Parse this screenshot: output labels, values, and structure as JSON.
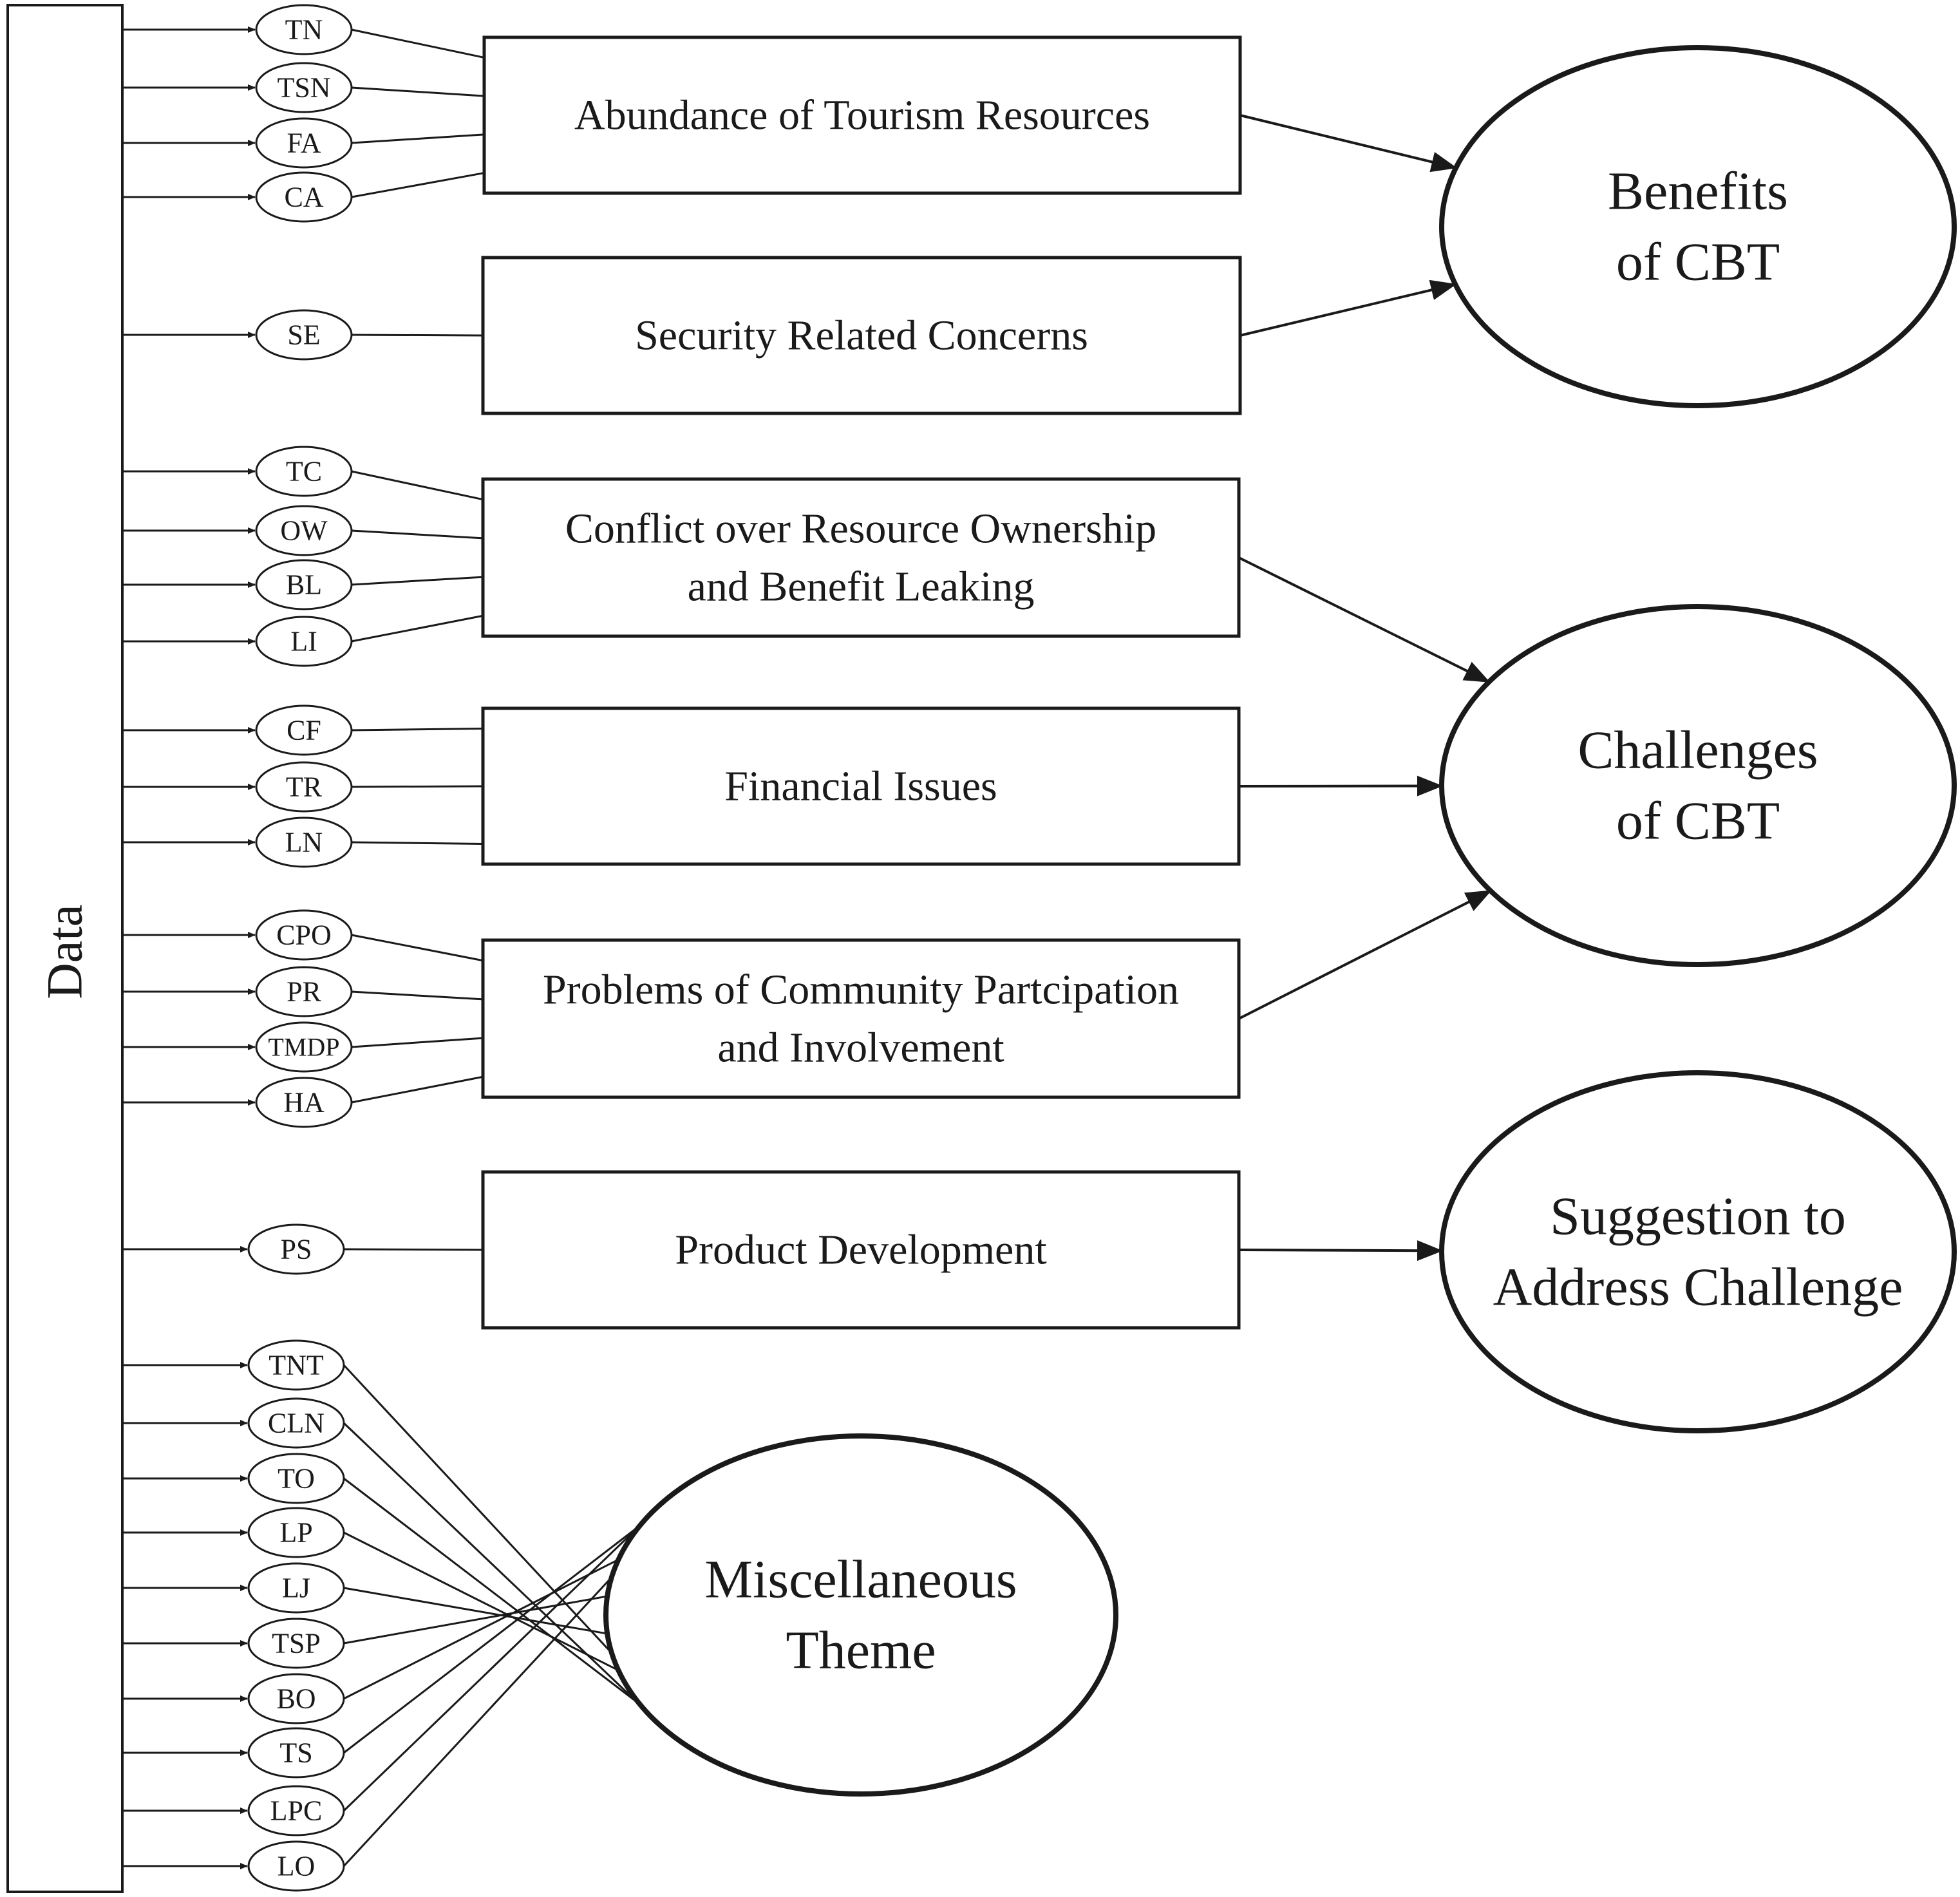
{
  "data_label": "Data",
  "codes": [
    {
      "id": "TN",
      "label": "TN"
    },
    {
      "id": "TSN",
      "label": "TSN"
    },
    {
      "id": "FA",
      "label": "FA"
    },
    {
      "id": "CA",
      "label": "CA"
    },
    {
      "id": "SE",
      "label": "SE"
    },
    {
      "id": "TC",
      "label": "TC"
    },
    {
      "id": "OW",
      "label": "OW"
    },
    {
      "id": "BL",
      "label": "BL"
    },
    {
      "id": "LI",
      "label": "LI"
    },
    {
      "id": "CF",
      "label": "CF"
    },
    {
      "id": "TR",
      "label": "TR"
    },
    {
      "id": "LN",
      "label": "LN"
    },
    {
      "id": "CPO",
      "label": "CPO"
    },
    {
      "id": "PR",
      "label": "PR"
    },
    {
      "id": "TMDP",
      "label": "TMDP"
    },
    {
      "id": "HA",
      "label": "HA"
    },
    {
      "id": "PS",
      "label": "PS"
    },
    {
      "id": "TNT",
      "label": "TNT"
    },
    {
      "id": "CLN",
      "label": "CLN"
    },
    {
      "id": "TO",
      "label": "TO"
    },
    {
      "id": "LP",
      "label": "LP"
    },
    {
      "id": "LJ",
      "label": "LJ"
    },
    {
      "id": "TSP",
      "label": "TSP"
    },
    {
      "id": "BO",
      "label": "BO"
    },
    {
      "id": "TS",
      "label": "TS"
    },
    {
      "id": "LPC",
      "label": "LPC"
    },
    {
      "id": "LO",
      "label": "LO"
    }
  ],
  "categories": [
    {
      "id": "abundance",
      "lines": [
        "Abundance of Tourism Resources"
      ]
    },
    {
      "id": "security",
      "lines": [
        "Security Related Concerns"
      ]
    },
    {
      "id": "conflict",
      "lines": [
        "Conflict over Resource Ownership",
        "and Benefit Leaking"
      ]
    },
    {
      "id": "financial",
      "lines": [
        "Financial Issues"
      ]
    },
    {
      "id": "problems",
      "lines": [
        "Problems of Community Partcipation",
        "and Involvement"
      ]
    },
    {
      "id": "product",
      "lines": [
        "Product Development"
      ]
    }
  ],
  "themes": [
    {
      "id": "benefits",
      "lines": [
        "Benefits",
        "of CBT"
      ]
    },
    {
      "id": "challenges",
      "lines": [
        "Challenges",
        "of CBT"
      ]
    },
    {
      "id": "suggestion",
      "lines": [
        "Suggestion to",
        "Address Challenge"
      ]
    },
    {
      "id": "misc",
      "lines": [
        "Miscellaneous",
        "Theme"
      ]
    }
  ],
  "code_links": {
    "abundance": [
      "TN",
      "TSN",
      "FA",
      "CA"
    ],
    "security": [
      "SE"
    ],
    "conflict": [
      "TC",
      "OW",
      "BL",
      "LI"
    ],
    "financial": [
      "CF",
      "TR",
      "LN"
    ],
    "problems": [
      "CPO",
      "PR",
      "TMDP",
      "HA"
    ],
    "product": [
      "PS"
    ],
    "misc": [
      "TNT",
      "CLN",
      "TO",
      "LP",
      "LJ",
      "TSP",
      "BO",
      "TS",
      "LPC",
      "LO"
    ]
  },
  "theme_links": [
    {
      "from": "abundance",
      "to": "benefits"
    },
    {
      "from": "security",
      "to": "benefits"
    },
    {
      "from": "conflict",
      "to": "challenges"
    },
    {
      "from": "financial",
      "to": "challenges"
    },
    {
      "from": "problems",
      "to": "challenges"
    },
    {
      "from": "product",
      "to": "suggestion"
    }
  ]
}
